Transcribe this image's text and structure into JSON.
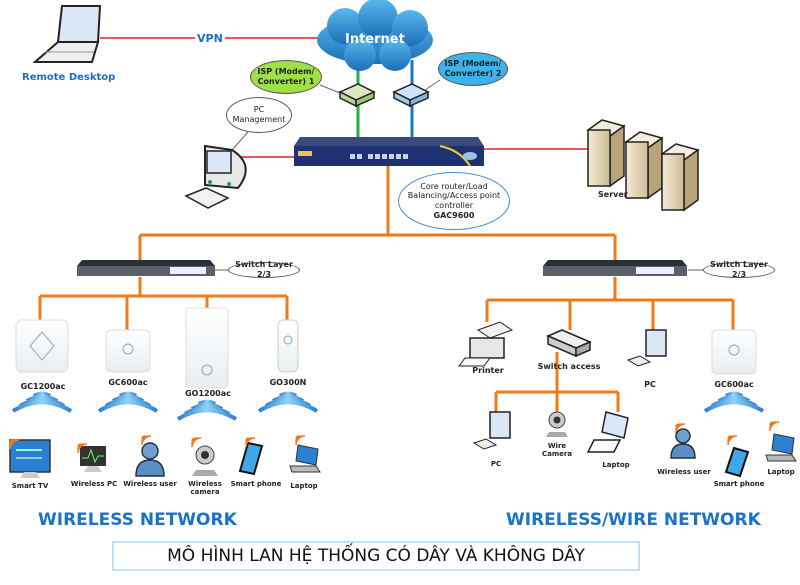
{
  "remote_desktop": {
    "label": "Remote Desktop"
  },
  "vpn_link": {
    "label": "VPN"
  },
  "internet": {
    "label": "Internet"
  },
  "isp1": {
    "label_line1": "ISP (Modem/",
    "label_line2": "Converter) 1",
    "color": "#9ee04a"
  },
  "isp2": {
    "label_line1": "ISP (Modem/",
    "label_line2": "Converter) 2",
    "color": "#3cb4ea"
  },
  "pc_management": {
    "label_line1": "PC",
    "label_line2": "Management"
  },
  "core_router": {
    "desc_line1": "Core router/Load",
    "desc_line2": "Balancing/Access point",
    "desc_line3": "controller",
    "model": "GAC9600"
  },
  "server": {
    "label": "Server"
  },
  "switch_left": {
    "label": "Switch Layer 2/3"
  },
  "switch_right": {
    "label": "Switch Layer 2/3"
  },
  "left_aps": [
    {
      "label": "GC1200ac"
    },
    {
      "label": "GC600ac"
    },
    {
      "label": "GO1200ac"
    },
    {
      "label": "GO300N"
    }
  ],
  "left_clients": [
    {
      "label": "Smart TV"
    },
    {
      "label": "Wireless PC"
    },
    {
      "label": "Wireless user"
    },
    {
      "label_line1": "Wireless",
      "label_line2": "camera"
    },
    {
      "label": "Smart phone"
    },
    {
      "label": "Laptop"
    }
  ],
  "right_devices": [
    {
      "label": "Printer"
    },
    {
      "label": "Switch access"
    },
    {
      "label": "PC"
    },
    {
      "label": "GC600ac"
    }
  ],
  "right_wired_clients": [
    {
      "label": "PC"
    },
    {
      "label_line1": "Wire",
      "label_line2": "Camera"
    },
    {
      "label": "Laptop"
    }
  ],
  "right_wireless_clients": [
    {
      "label": "Wireless user"
    },
    {
      "label": "Smart phone"
    },
    {
      "label": "Laptop"
    }
  ],
  "sections": {
    "left_title": "WIRELESS NETWORK",
    "right_title": "WIRELESS/WIRE NETWORK"
  },
  "banner": {
    "title": "MÔ HÌNH LAN HỆ THỐNG CÓ DÂY VÀ KHÔNG DÂY"
  },
  "colors": {
    "vpn_line": "#e0202a",
    "lan_line": "#f07a1a",
    "isp1_line": "#22b04a",
    "isp2_line": "#1b75c8",
    "title_blue": "#1a73c4",
    "banner_border": "#bfe4f3"
  }
}
